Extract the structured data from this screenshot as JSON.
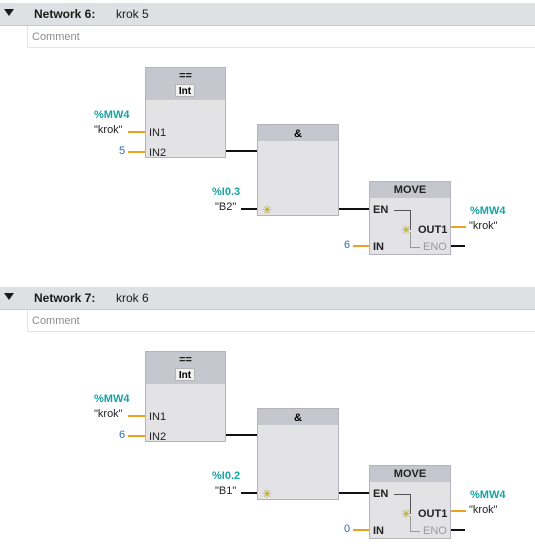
{
  "networks": [
    {
      "title": "Network 6:",
      "description": "krok 5",
      "comment_placeholder": "Comment",
      "compare": {
        "op": "==",
        "type": "Int",
        "in1_label": "IN1",
        "in2_label": "IN2"
      },
      "in1_address": "%MW4",
      "in1_tag": "\"krok\"",
      "in2_value": "5",
      "and_block": {
        "op": "&"
      },
      "contact_address": "%I0.3",
      "contact_tag": "\"B2\"",
      "move": {
        "title": "MOVE",
        "en": "EN",
        "in": "IN",
        "out1": "OUT1",
        "eno": "ENO"
      },
      "move_in_value": "6",
      "out_address": "%MW4",
      "out_tag": "\"krok\""
    },
    {
      "title": "Network 7:",
      "description": "krok 6",
      "comment_placeholder": "Comment",
      "compare": {
        "op": "==",
        "type": "Int",
        "in1_label": "IN1",
        "in2_label": "IN2"
      },
      "in1_address": "%MW4",
      "in1_tag": "\"krok\"",
      "in2_value": "6",
      "and_block": {
        "op": "&"
      },
      "contact_address": "%I0.2",
      "contact_tag": "\"B1\"",
      "move": {
        "title": "MOVE",
        "en": "EN",
        "in": "IN",
        "out1": "OUT1",
        "eno": "ENO"
      },
      "move_in_value": "0",
      "out_address": "%MW4",
      "out_tag": "\"krok\""
    }
  ],
  "colors": {
    "header_bg": "#dfe0e3",
    "box_bg": "#e3e3e6",
    "box_head": "#c6c6ce",
    "address": "#1aa3a3",
    "literal": "#2a6cc7",
    "wire": "#f0a020"
  }
}
